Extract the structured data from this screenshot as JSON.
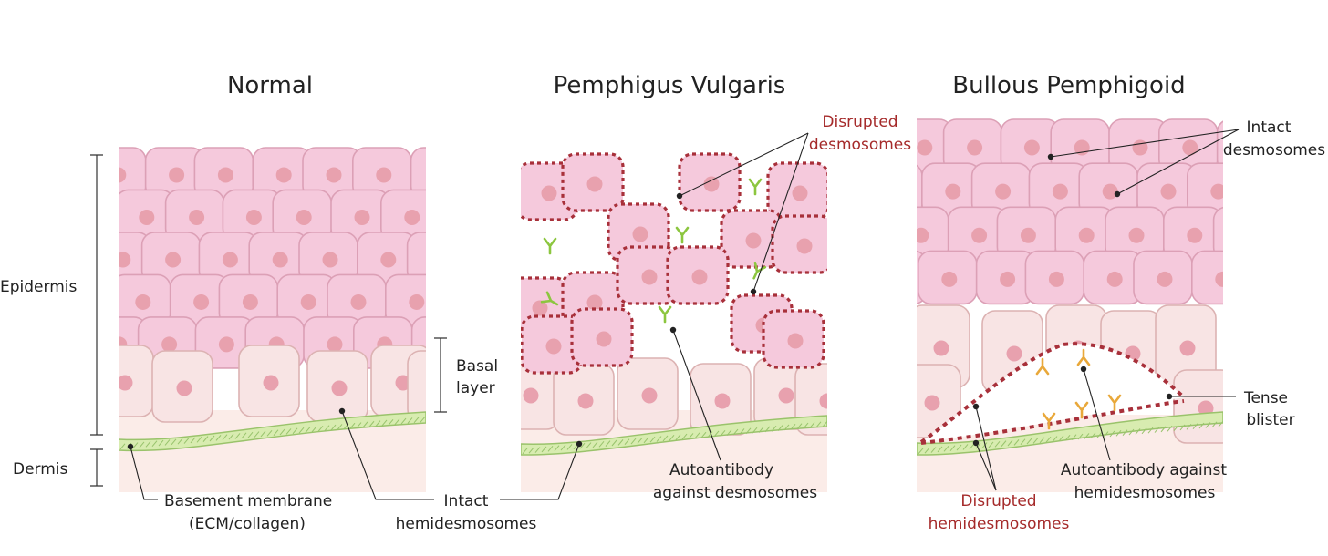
{
  "titles": {
    "normal": "Normal",
    "pv": "Pemphigus Vulgaris",
    "bp": "Bullous Pemphigoid"
  },
  "labels": {
    "epidermis": "Epidermis",
    "dermis": "Dermis",
    "basal_1": "Basal",
    "basal_2": "layer",
    "bm_1": "Basement membrane",
    "bm_2": "(ECM/collagen)",
    "ihd_1": "Intact",
    "ihd_2": "hemidesmosomes",
    "dd_1": "Disrupted",
    "dd_2": "desmosomes",
    "aad_1": "Autoantibody",
    "aad_2": "against desmosomes",
    "id_1": "Intact",
    "id_2": "desmosomes",
    "tb_1": "Tense",
    "tb_2": "blister",
    "aah_1": "Autoantibody against",
    "aah_2": "hemidesmosomes",
    "dh_1": "Disrupted",
    "dh_2": "hemidesmosomes"
  },
  "colors": {
    "cell": "#f5c9dc",
    "basal_cell": "#f8e4e4",
    "nucleus": "#e8a1ae",
    "disruption": "#a8303a",
    "basement_membrane": "#d8ecb0",
    "autoantibody_pv": "#8cc63f",
    "autoantibody_bp": "#e9a83a"
  }
}
